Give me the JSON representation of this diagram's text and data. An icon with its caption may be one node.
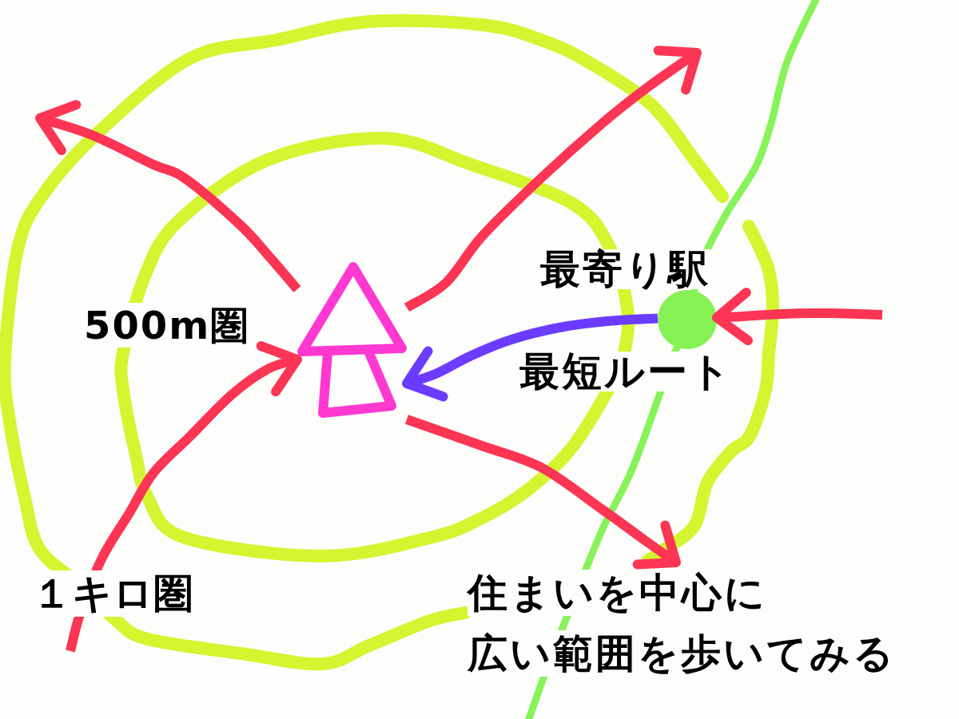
{
  "diagram": {
    "nodes": [
      {
        "text": [],
        "shape": "house"
      },
      {
        "text": [],
        "shape": "circle",
        "beside": [
          "最寄り駅"
        ]
      },
      {
        "text": [
          "住まいを中心に広い範囲を歩いてみる"
        ]
      }
    ],
    "edges": [
      {
        "from": 0,
        "to": null,
        "arrow": "to"
      },
      {
        "from": 0,
        "to": null,
        "arrow": "to"
      },
      {
        "from": 0,
        "to": 2,
        "arrow": "to"
      },
      {
        "from": null,
        "to": 0,
        "arrow": "to"
      },
      {
        "from": 1,
        "to": 0,
        "arrow": "to",
        "label": "最短ルート",
        "color": "#6b3cff"
      },
      {
        "from": null,
        "to": 1,
        "arrow": "to"
      }
    ],
    "labels": [
      "500m圏",
      "１キロ圏"
    ]
  }
}
